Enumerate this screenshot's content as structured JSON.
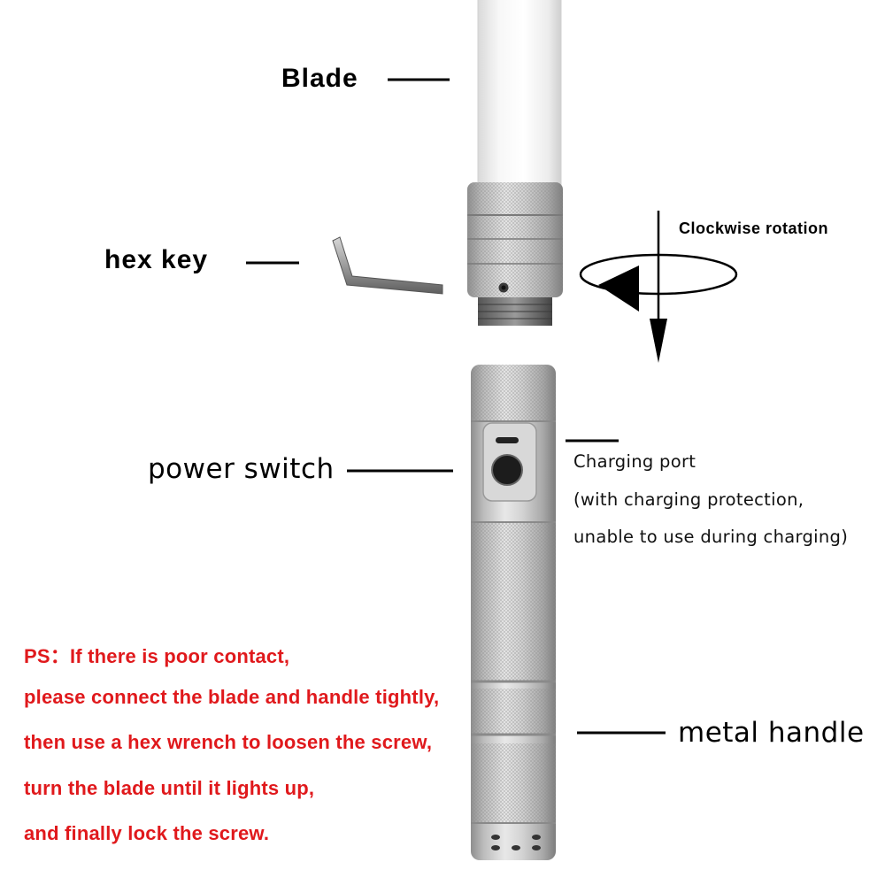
{
  "labels": {
    "blade": "Blade",
    "hex_key": "hex key",
    "clockwise_rotation": "Clockwise rotation",
    "power_switch": "power switch",
    "metal_handle": "metal handle"
  },
  "charging_port": {
    "lines": [
      "Charging port",
      "(with charging protection,",
      "unable to use during charging)"
    ]
  },
  "note": {
    "color": "#e0191c",
    "lines": [
      "PS：If there is poor contact,",
      "please connect the blade and handle tightly,",
      "then use a hex wrench to loosen the screw,",
      "turn the blade until it lights up,",
      "and finally lock the screw."
    ]
  },
  "colors": {
    "text": "#000000",
    "note_red": "#e0191c",
    "metal": "#c8c8c8",
    "blade": "#f2f2f2"
  }
}
